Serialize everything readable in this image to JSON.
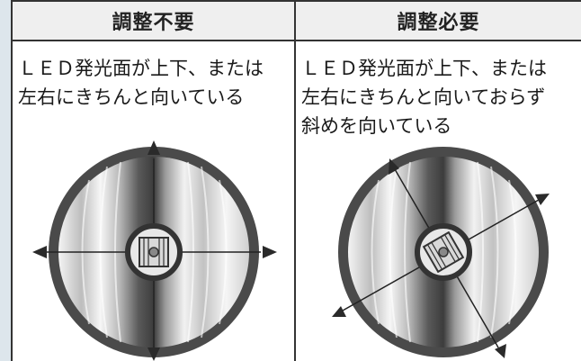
{
  "left": {
    "header": "調整不要",
    "line1": "ＬＥＤ発光面が上下、または",
    "line2": "左右にきちんと向いている"
  },
  "right": {
    "header": "調整必要",
    "line1": "ＬＥＤ発光面が上下、または",
    "line2": "左右にきちんと向いておらず",
    "line3": "斜めを向いている"
  },
  "colors": {
    "background": "#dde6ec",
    "border": "#333333",
    "header_bg": "#efefef",
    "ring": "#4a4a4a"
  }
}
